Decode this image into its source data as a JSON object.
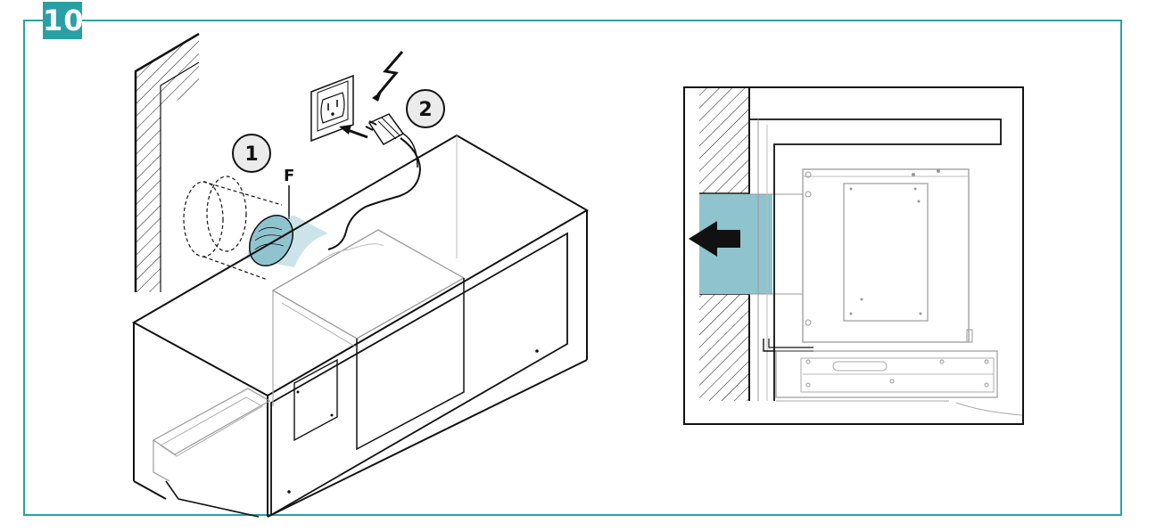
{
  "step": {
    "number": "10"
  },
  "left_illustration": {
    "callout_1": "1",
    "callout_2": "2",
    "part_label": "F"
  },
  "colors": {
    "accent": "#2aa0a5",
    "duct_fill": "#8fc4cf",
    "line": "#111111",
    "light_line": "#b5b5b5"
  }
}
